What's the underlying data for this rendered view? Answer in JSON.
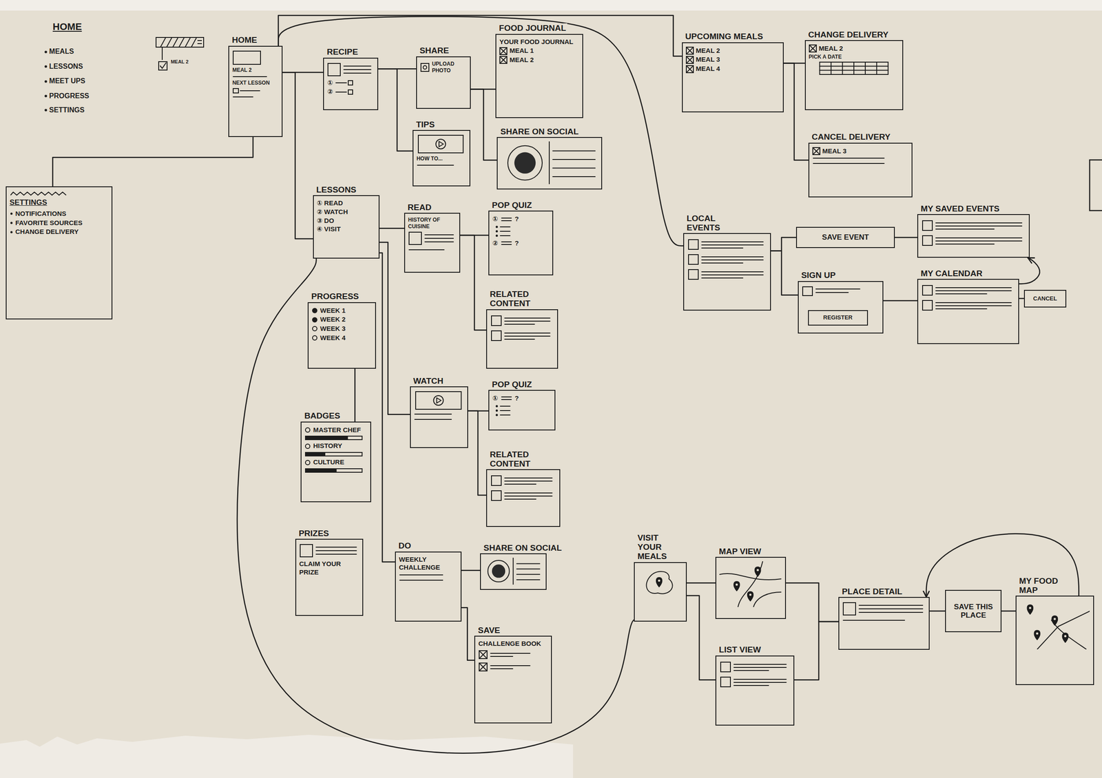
{
  "diagram": {
    "nodes": [
      {
        "text": [
          "HOME",
          "MEAL 2",
          "NEXT LESSON"
        ]
      },
      {
        "text": [
          "SETTINGS",
          "NOTIFICATIONS",
          "FAVORITE SOURCES",
          "CHANGE DELIVERY"
        ]
      },
      {
        "text": [
          "RECIPE",
          "①",
          "②"
        ]
      },
      {
        "text": [
          "SHARE",
          "UPLOAD PHOTO"
        ]
      },
      {
        "text": [
          "FOOD JOURNAL",
          "YOUR FOOD JOURNAL",
          "MEAL 1",
          "MEAL 2"
        ]
      },
      {
        "text": [
          "TIPS",
          "HOW TO..."
        ]
      },
      {
        "text": [
          "SHARE ON SOCIAL"
        ]
      },
      {
        "text": [
          "LESSONS",
          "① READ",
          "② WATCH",
          "③ DO",
          "④ VISIT"
        ]
      },
      {
        "text": [
          "READ",
          "HISTORY OF CUISINE"
        ]
      },
      {
        "text": [
          "POP QUIZ",
          "①",
          "?",
          "②",
          "?"
        ]
      },
      {
        "text": [
          "RELATED CONTENT"
        ]
      },
      {
        "text": [
          "PROGRESS",
          "WEEK 1",
          "WEEK 2",
          "WEEK 3",
          "WEEK 4"
        ]
      },
      {
        "text": [
          "WATCH"
        ]
      },
      {
        "text": [
          "POP QUIZ",
          "①",
          "?"
        ]
      },
      {
        "text": [
          "RELATED CONTENT"
        ]
      },
      {
        "text": [
          "BADGES",
          "MASTER CHEF",
          "HISTORY",
          "CULTURE"
        ]
      },
      {
        "text": [
          "PRIZES",
          "CLAIM YOUR PRIZE"
        ]
      },
      {
        "text": [
          "DO",
          "WEEKLY CHALLENGE"
        ]
      },
      {
        "text": [
          "SHARE ON SOCIAL"
        ]
      },
      {
        "text": [
          "SAVE",
          "CHALLENGE BOOK"
        ]
      },
      {
        "text": [
          "UPCOMING MEALS",
          "MEAL 2",
          "MEAL 3",
          "MEAL 4"
        ]
      },
      {
        "text": [
          "CHANGE DELIVERY",
          "MEAL 2",
          "PICK A DATE"
        ]
      },
      {
        "text": [
          "CANCEL DELIVERY",
          "MEAL 3"
        ]
      },
      {
        "text": [
          "LOCAL EVENTS"
        ]
      },
      {
        "text": [
          "SAVE EVENT"
        ]
      },
      {
        "text": [
          "MY SAVED EVENTS"
        ]
      },
      {
        "text": [
          "SIGN UP"
        ]
      },
      {
        "text": [
          "REGISTER"
        ],
        "in": 26
      },
      {
        "text": [
          "MY CALENDAR"
        ]
      },
      {
        "text": [
          "CANCEL"
        ]
      },
      {
        "text": [
          "VISIT YOUR MEALS"
        ]
      },
      {
        "text": [
          "MAP VIEW"
        ]
      },
      {
        "text": [
          "LIST VIEW"
        ]
      },
      {
        "text": [
          "PLACE DETAIL"
        ]
      },
      {
        "text": [
          "SAVE THIS PLACE"
        ]
      },
      {
        "text": [
          "MY FOOD MAP"
        ]
      }
    ],
    "edges": [
      {
        "from": 0,
        "to": 1,
        "arrow": "none"
      },
      {
        "from": 0,
        "to": 2,
        "arrow": "none"
      },
      {
        "from": 0,
        "to": 20,
        "arrow": "none"
      },
      {
        "from": 0,
        "to": 23,
        "arrow": "none"
      },
      {
        "from": 0,
        "to": 7,
        "arrow": "none"
      },
      {
        "from": 2,
        "to": 3,
        "arrow": "none"
      },
      {
        "from": 2,
        "to": 5,
        "arrow": "none"
      },
      {
        "from": 3,
        "to": 4,
        "arrow": "none"
      },
      {
        "from": 3,
        "to": 6,
        "arrow": "none"
      },
      {
        "from": 7,
        "to": 8,
        "arrow": "none"
      },
      {
        "from": 8,
        "to": 9,
        "arrow": "none"
      },
      {
        "from": 8,
        "to": 10,
        "arrow": "none"
      },
      {
        "from": 7,
        "to": 12,
        "arrow": "none"
      },
      {
        "from": 12,
        "to": 13,
        "arrow": "none"
      },
      {
        "from": 12,
        "to": 14,
        "arrow": "none"
      },
      {
        "from": 7,
        "to": 17,
        "arrow": "none"
      },
      {
        "from": 17,
        "to": 18,
        "arrow": "none"
      },
      {
        "from": 17,
        "to": 19,
        "arrow": "none"
      },
      {
        "from": 7,
        "to": 30,
        "arrow": "none"
      },
      {
        "from": 11,
        "to": 15,
        "arrow": "none"
      },
      {
        "from": 20,
        "to": 21,
        "arrow": "none"
      },
      {
        "from": 20,
        "to": 22,
        "arrow": "none"
      },
      {
        "from": 23,
        "to": 24,
        "arrow": "none"
      },
      {
        "from": 23,
        "to": 26,
        "arrow": "none"
      },
      {
        "from": 24,
        "to": 25,
        "arrow": "none"
      },
      {
        "from": 26,
        "to": 28,
        "arrow": "none"
      },
      {
        "from": 28,
        "to": 25,
        "arrow": "to"
      },
      {
        "from": 28,
        "to": 29,
        "arrow": "none"
      },
      {
        "from": 30,
        "to": 31,
        "arrow": "none"
      },
      {
        "from": 30,
        "to": 32,
        "arrow": "none"
      },
      {
        "from": 31,
        "to": 33,
        "arrow": "none"
      },
      {
        "from": 32,
        "to": 33,
        "arrow": "none"
      },
      {
        "from": 33,
        "to": 34,
        "arrow": "none"
      },
      {
        "from": 34,
        "to": 35,
        "arrow": "none"
      },
      {
        "from": 35,
        "to": 33,
        "arrow": "to"
      }
    ],
    "labels": [
      "HOME",
      "MEALS",
      "LESSONS",
      "MEET UPS",
      "PROGRESS",
      "SETTINGS",
      "MEAL 2"
    ]
  }
}
